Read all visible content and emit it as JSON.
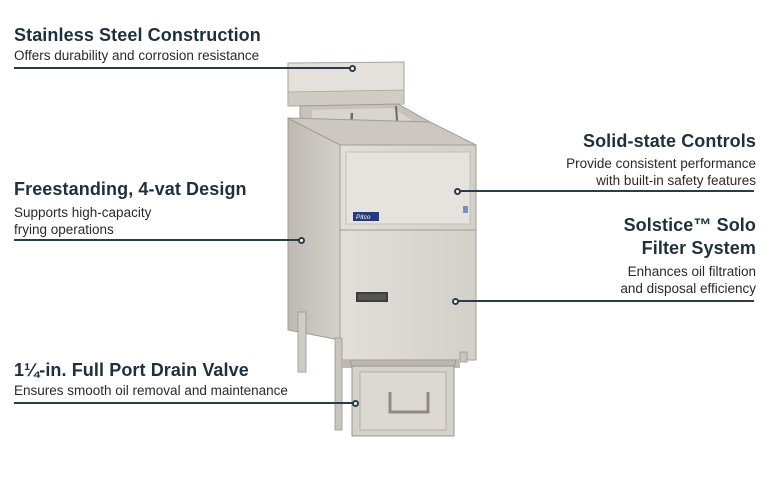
{
  "features": {
    "stainless": {
      "title": "Stainless Steel Construction",
      "desc": "Offers durability and corrosion resistance"
    },
    "freestanding": {
      "title": "Freestanding, 4-vat Design",
      "desc_lines": [
        "Supports high-capacity",
        "frying operations"
      ]
    },
    "drain": {
      "title": "1¼-in. Full Port Drain Valve",
      "desc": "Ensures smooth oil removal and maintenance"
    },
    "controls": {
      "title": "Solid-state Controls",
      "desc_lines": [
        "Provide consistent performance",
        "with built-in safety features"
      ]
    },
    "filter": {
      "title_lines": [
        "Solstice™ Solo",
        "Filter System"
      ],
      "desc_lines": [
        "Enhances oil filtration",
        "and disposal efficiency"
      ]
    }
  },
  "product": {
    "brand_logo": "Pitco"
  },
  "colors": {
    "heading": "#1e2f3e",
    "leader_line": "#2b3b4a",
    "steel": "#d9d6d0"
  }
}
